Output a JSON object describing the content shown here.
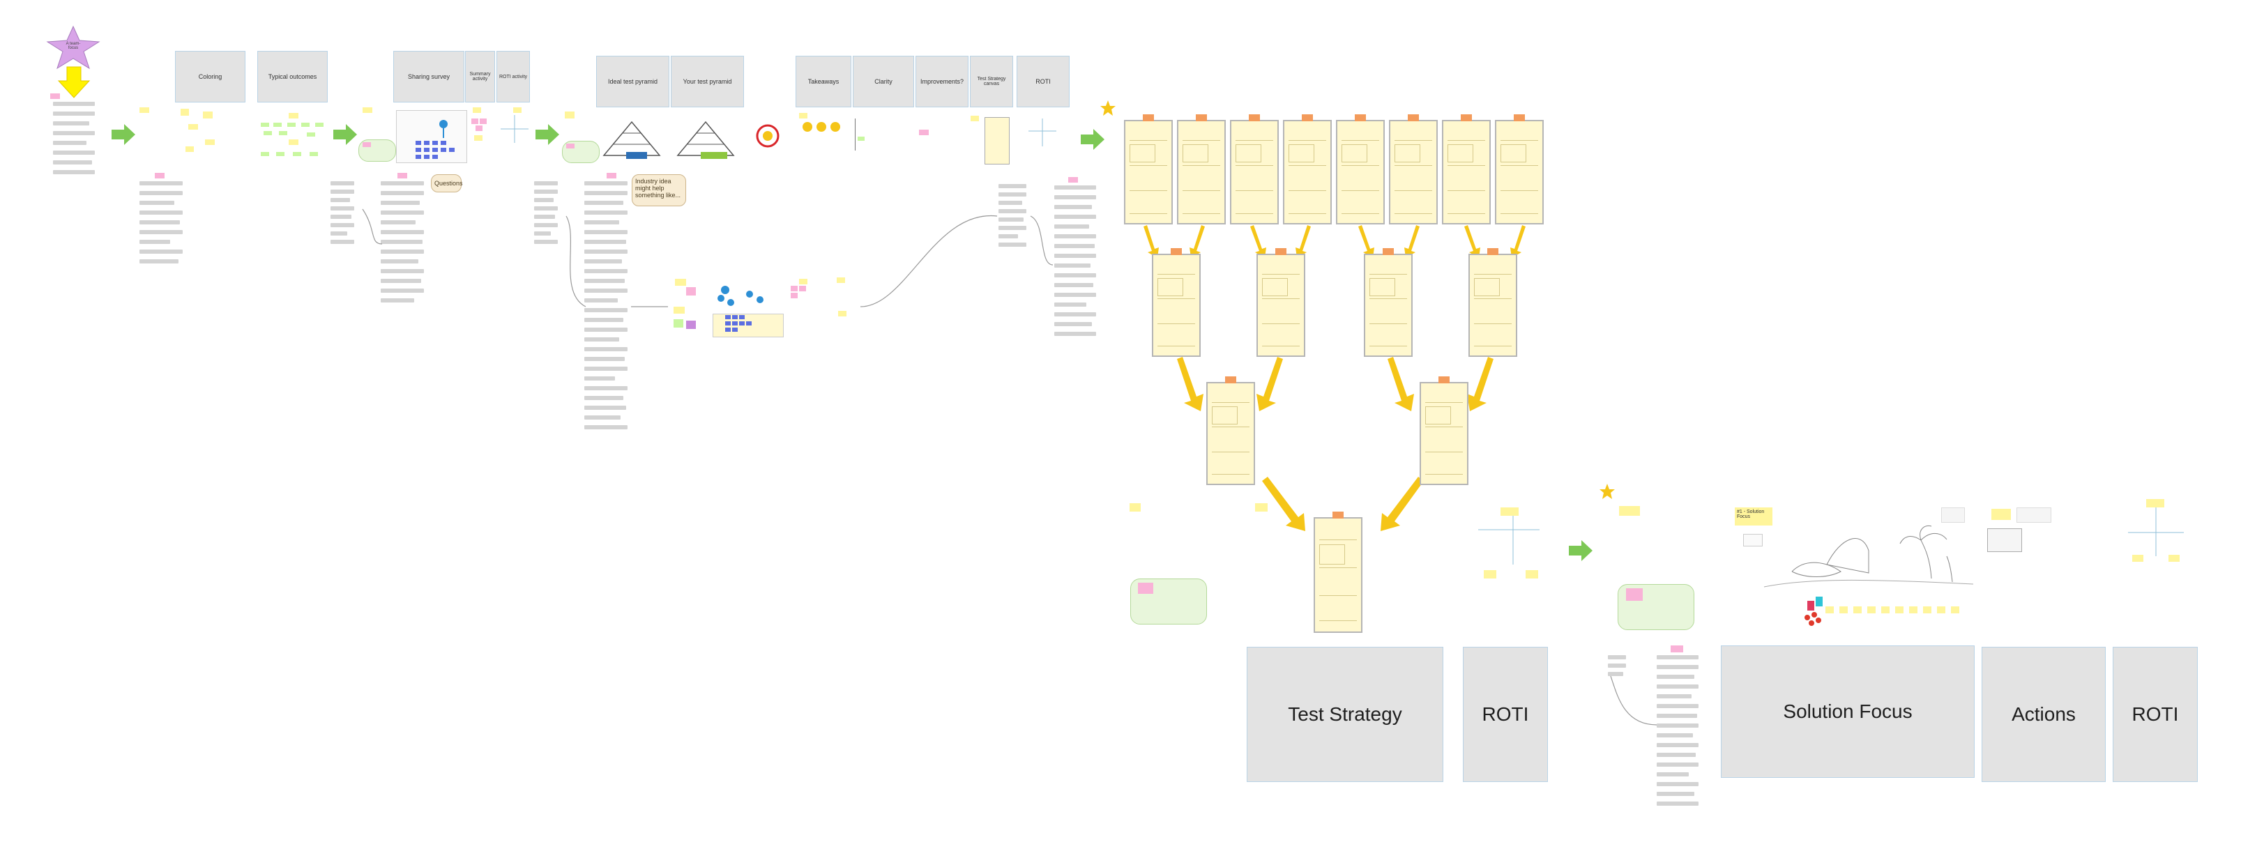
{
  "frames_top": {
    "coloring": "Coloring",
    "typical_outcomes": "Typical outcomes",
    "sharing_survey": "Sharing survey",
    "summary_activity": "Summary activity",
    "roti_activity": "ROTI activity",
    "ideal_test_pyramid": "Ideal test pyramid",
    "your_test_pyramid": "Your test pyramid",
    "takeaways": "Takeaways",
    "clarity": "Clarity",
    "improvements": "Improvements?",
    "test_strategy_canvas": "Test Strategy canvas",
    "roti_small": "ROTI"
  },
  "frames_bottom": {
    "test_strategy": "Test Strategy",
    "roti_1": "ROTI",
    "solution_focus": "Solution Focus",
    "actions": "Actions",
    "roti_2": "ROTI"
  },
  "callouts": {
    "questions": "Questions",
    "industry_idea": "Industry idea might help something like...",
    "star_label": "A team-focus",
    "solution_focus_sticky": "#1 - Solution Focus"
  },
  "colors": {
    "arrow_green": "#7dc855",
    "funnel_yellow": "#f5c518",
    "frame_fill": "#e3e3e3",
    "frame_border": "#b9d3e6",
    "star_fill": "#d8a4e8",
    "page_tab": "#f39b5b"
  },
  "icons": [
    "star-icon",
    "arrow-right-icon",
    "arrow-down-icon",
    "pyramid-icon",
    "island-drawing-icon"
  ]
}
